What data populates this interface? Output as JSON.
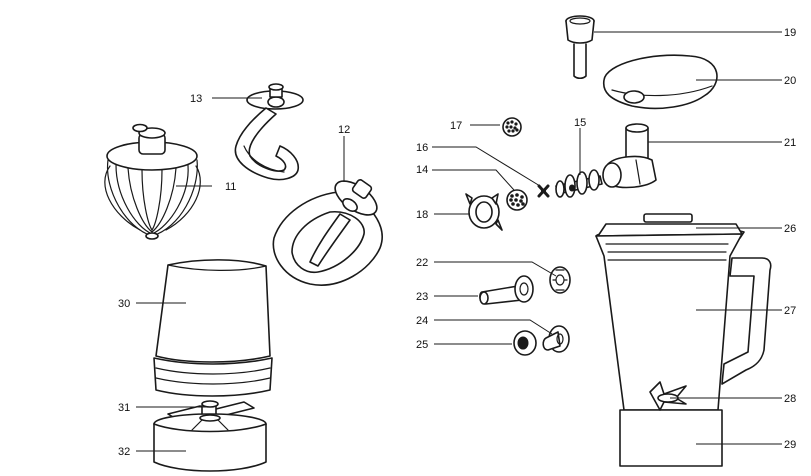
{
  "parts": [
    {
      "id": "11",
      "label": "11"
    },
    {
      "id": "12",
      "label": "12"
    },
    {
      "id": "13",
      "label": "13"
    },
    {
      "id": "14",
      "label": "14"
    },
    {
      "id": "15",
      "label": "15"
    },
    {
      "id": "16",
      "label": "16"
    },
    {
      "id": "17",
      "label": "17"
    },
    {
      "id": "18",
      "label": "18"
    },
    {
      "id": "19",
      "label": "19"
    },
    {
      "id": "20",
      "label": "20"
    },
    {
      "id": "21",
      "label": "21"
    },
    {
      "id": "22",
      "label": "22"
    },
    {
      "id": "23",
      "label": "23"
    },
    {
      "id": "24",
      "label": "24"
    },
    {
      "id": "25",
      "label": "25"
    },
    {
      "id": "26",
      "label": "26"
    },
    {
      "id": "27",
      "label": "27"
    },
    {
      "id": "28",
      "label": "28"
    },
    {
      "id": "29",
      "label": "29"
    },
    {
      "id": "30",
      "label": "30"
    },
    {
      "id": "31",
      "label": "31"
    },
    {
      "id": "32",
      "label": "32"
    }
  ]
}
